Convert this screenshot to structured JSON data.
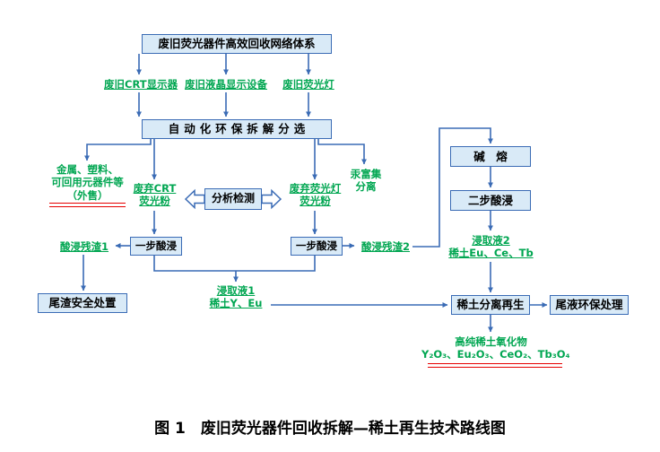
{
  "colors": {
    "box_fill": "#D9EAF7",
    "box_border": "#3A6BB5",
    "arrow_blue": "#3A6BB5",
    "label_green": "#00A651",
    "underline_red": "#E60000"
  },
  "caption": "图 1　废旧荧光器件回收拆解—稀土再生技术路线图",
  "nodes": {
    "network": "废旧荧光器件高效回收网络体系",
    "crt_display": "废旧CRT显示器",
    "lcd_display": "废旧液晶显示设备",
    "lamp": "废旧荧光灯",
    "dismantle": "自动化环保拆解分选",
    "metal_l1": "金属、塑料、",
    "metal_l2": "可回用元器件等",
    "metal_l3": "（外售）",
    "crt_phosphor_l1": "废弃CRT",
    "crt_phosphor_l2": "荧光粉",
    "analysis": "分析检测",
    "lamp_phosphor_l1": "废弃荧光灯",
    "lamp_phosphor_l2": "荧光粉",
    "mercury_l1": "汞富集",
    "mercury_l2": "分离",
    "alkali": "碱　熔",
    "two_step_leach": "二步酸浸",
    "one_step_leach_left": "一步酸浸",
    "one_step_leach_right": "一步酸浸",
    "residue1": "酸浸残渣1",
    "residue2": "酸浸残渣2",
    "tailings": "尾渣安全处置",
    "leachate1_l1": "浸取液1",
    "leachate1_l2": "稀土Y、Eu",
    "leachate2_l1": "浸取液2",
    "leachate2_l2": "稀土Eu、Ce、Tb",
    "separation": "稀土分离再生",
    "tail_liquid": "尾液环保处理",
    "oxides_l1": "高纯稀土氧化物",
    "oxides_l2": "Y₂O₃、Eu₂O₃、CeO₂、Tb₃O₄"
  }
}
